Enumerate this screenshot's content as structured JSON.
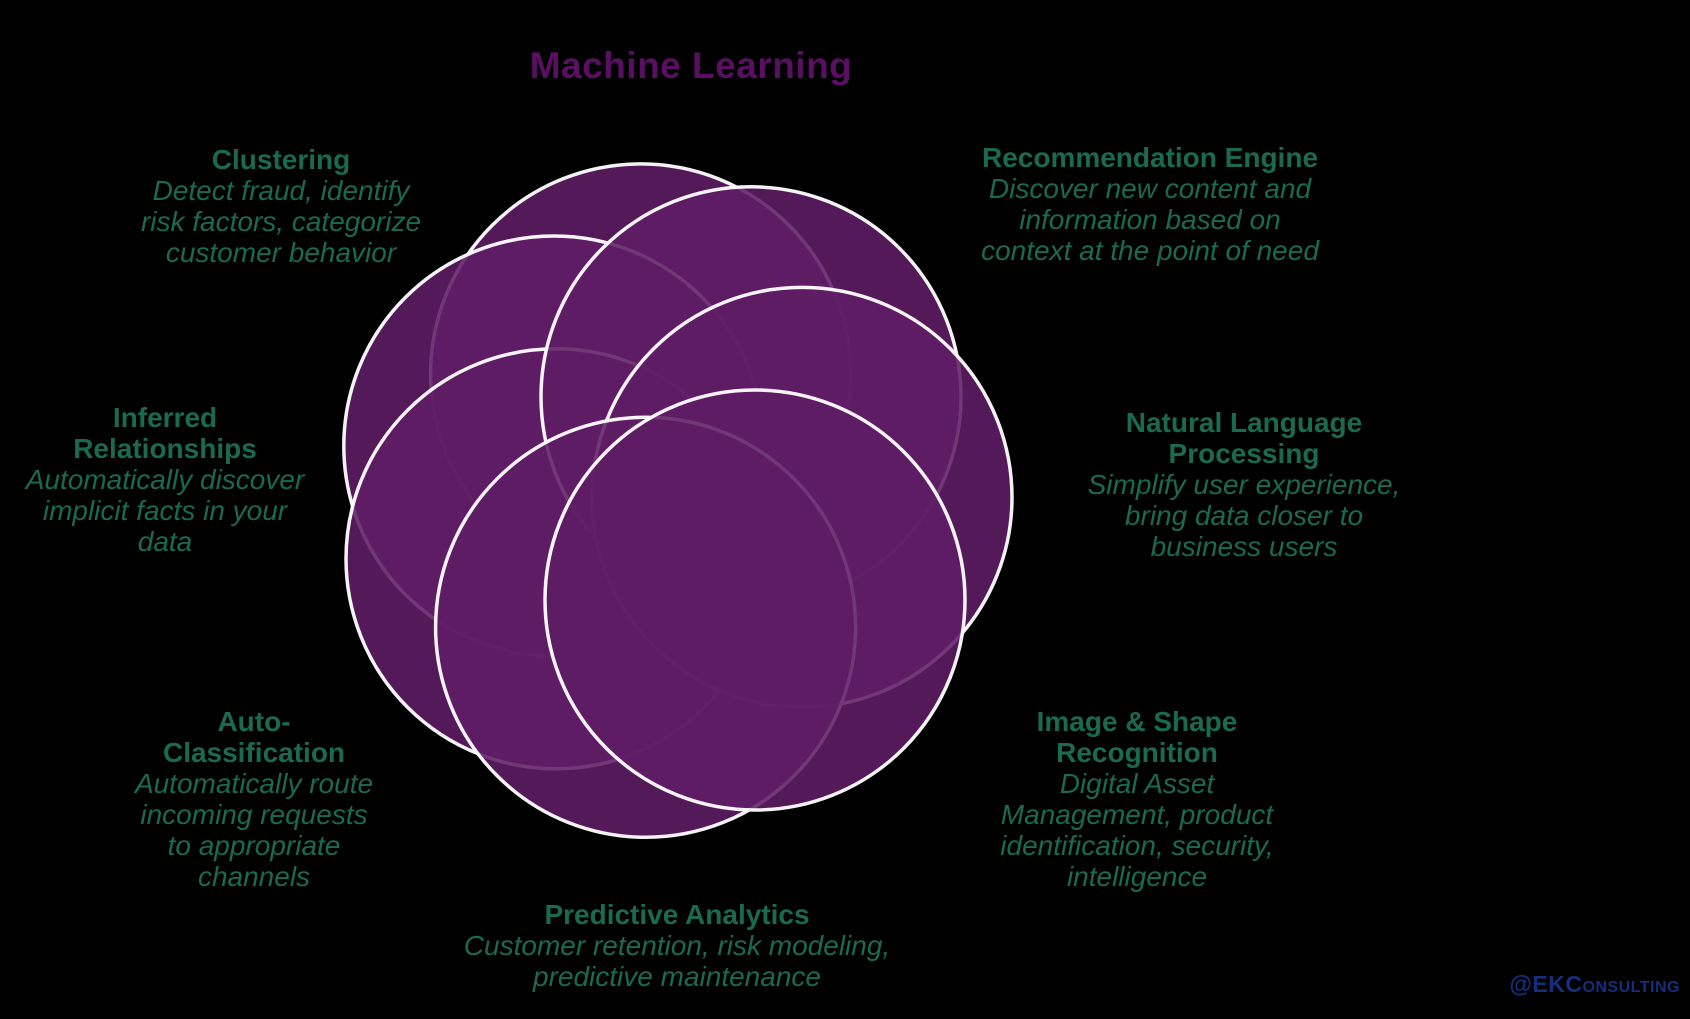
{
  "title": "Machine Learning",
  "colors": {
    "background": "#000000",
    "title_text": "#5b0f62",
    "label_text": "#1a6b4d",
    "petal_fill": "#5f1c64",
    "petal_stroke": "#ffffff",
    "watermark_text": "#152f7d"
  },
  "diagram": {
    "type": "seven-circle-rosette-venn",
    "petal_count": 7,
    "labels": {
      "clustering": {
        "heading": "Clustering",
        "description": "Detect fraud, identify\nrisk factors, categorize\ncustomer behavior"
      },
      "recommendation_engine": {
        "heading": "Recommendation Engine",
        "description": "Discover new content and\ninformation based on\ncontext at the point of need"
      },
      "inferred_relationships": {
        "heading": "Inferred\nRelationships",
        "description": "Automatically discover\nimplicit facts in your\ndata"
      },
      "natural_language_processing": {
        "heading": "Natural Language\nProcessing",
        "description": "Simplify user experience,\nbring data closer to\nbusiness users"
      },
      "auto_classification": {
        "heading": "Auto-\nClassification",
        "description": "Automatically route\nincoming requests\nto appropriate\nchannels"
      },
      "image_shape_recognition": {
        "heading": "Image & Shape\nRecognition",
        "description": "Digital Asset\nManagement, product\nidentification, security,\nintelligence"
      },
      "predictive_analytics": {
        "heading": "Predictive Analytics",
        "description": "Customer retention, risk modeling,\npredictive maintenance"
      }
    }
  },
  "watermark": "@EKConsulting"
}
